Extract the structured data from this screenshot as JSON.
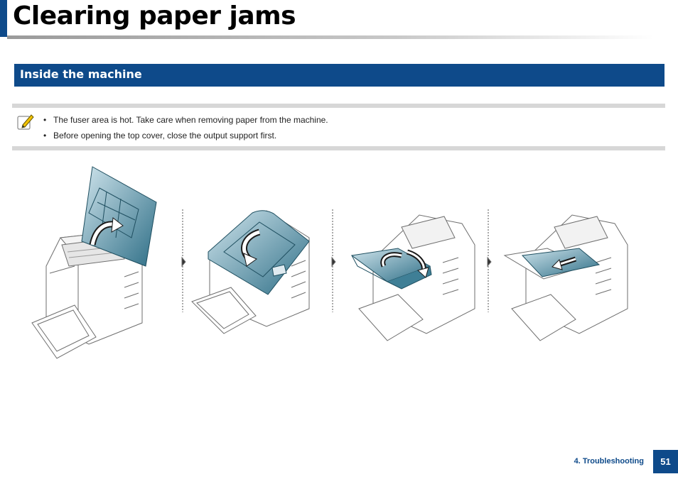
{
  "page": {
    "title": "Clearing paper jams",
    "section_title": "Inside the machine",
    "notes": [
      "The fuser area is hot. Take care when removing paper from the machine.",
      "Before opening the top cover, close the output support first."
    ],
    "bullet": "•",
    "footer_chapter": "4. Troubleshooting",
    "page_number": "51"
  },
  "icons": {
    "note": "pencil-note-icon",
    "step_arrow": "triangle-right-icon"
  },
  "colors": {
    "accent": "#0e4a8a",
    "printer_cover": "#3f7f96",
    "note_band": "#d7d7d7"
  }
}
